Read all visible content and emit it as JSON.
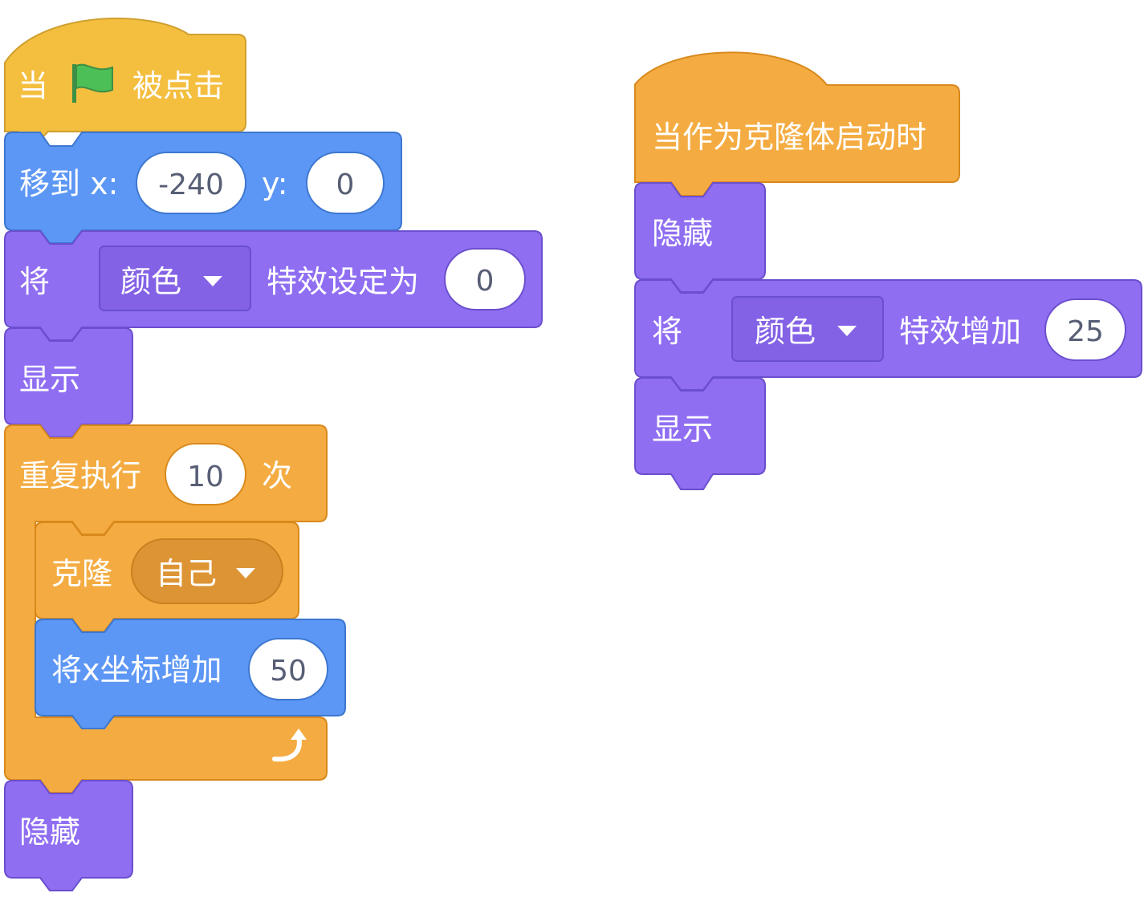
{
  "colors": {
    "events": "#f4be3f",
    "control": "#f4ac42",
    "control_shadow": "#d9891b",
    "control_dropdown": "#dd9435",
    "motion": "#5d97f5",
    "motion_shadow": "#3d77cf",
    "looks": "#8f6ef2",
    "looks_shadow": "#6b4fce",
    "field": "#ffffff",
    "field_text": "#575e75",
    "flag": "#4cbf56"
  },
  "script1": {
    "hat": {
      "when_label": "当",
      "icon": "green-flag-icon",
      "clicked_label": "被点击"
    },
    "goto": {
      "label": "移到 x:",
      "x_value": "-240",
      "y_label": "y:",
      "y_value": "0"
    },
    "set_effect": {
      "label": "将",
      "effect": "颜色",
      "to_label": "特效设定为",
      "value": "0"
    },
    "show": {
      "label": "显示"
    },
    "repeat": {
      "label": "重复执行",
      "times": "10",
      "times_suffix": "次",
      "loop_icon": "loop-arrow-icon",
      "clone": {
        "label": "克隆",
        "target": "自己"
      },
      "change_x": {
        "label": "将x坐标增加",
        "value": "50"
      }
    },
    "hide": {
      "label": "隐藏"
    }
  },
  "script2": {
    "hat": {
      "label": "当作为克隆体启动时"
    },
    "hide": {
      "label": "隐藏"
    },
    "change_effect": {
      "label": "将",
      "effect": "颜色",
      "by_label": "特效增加",
      "value": "25"
    },
    "show": {
      "label": "显示"
    }
  }
}
